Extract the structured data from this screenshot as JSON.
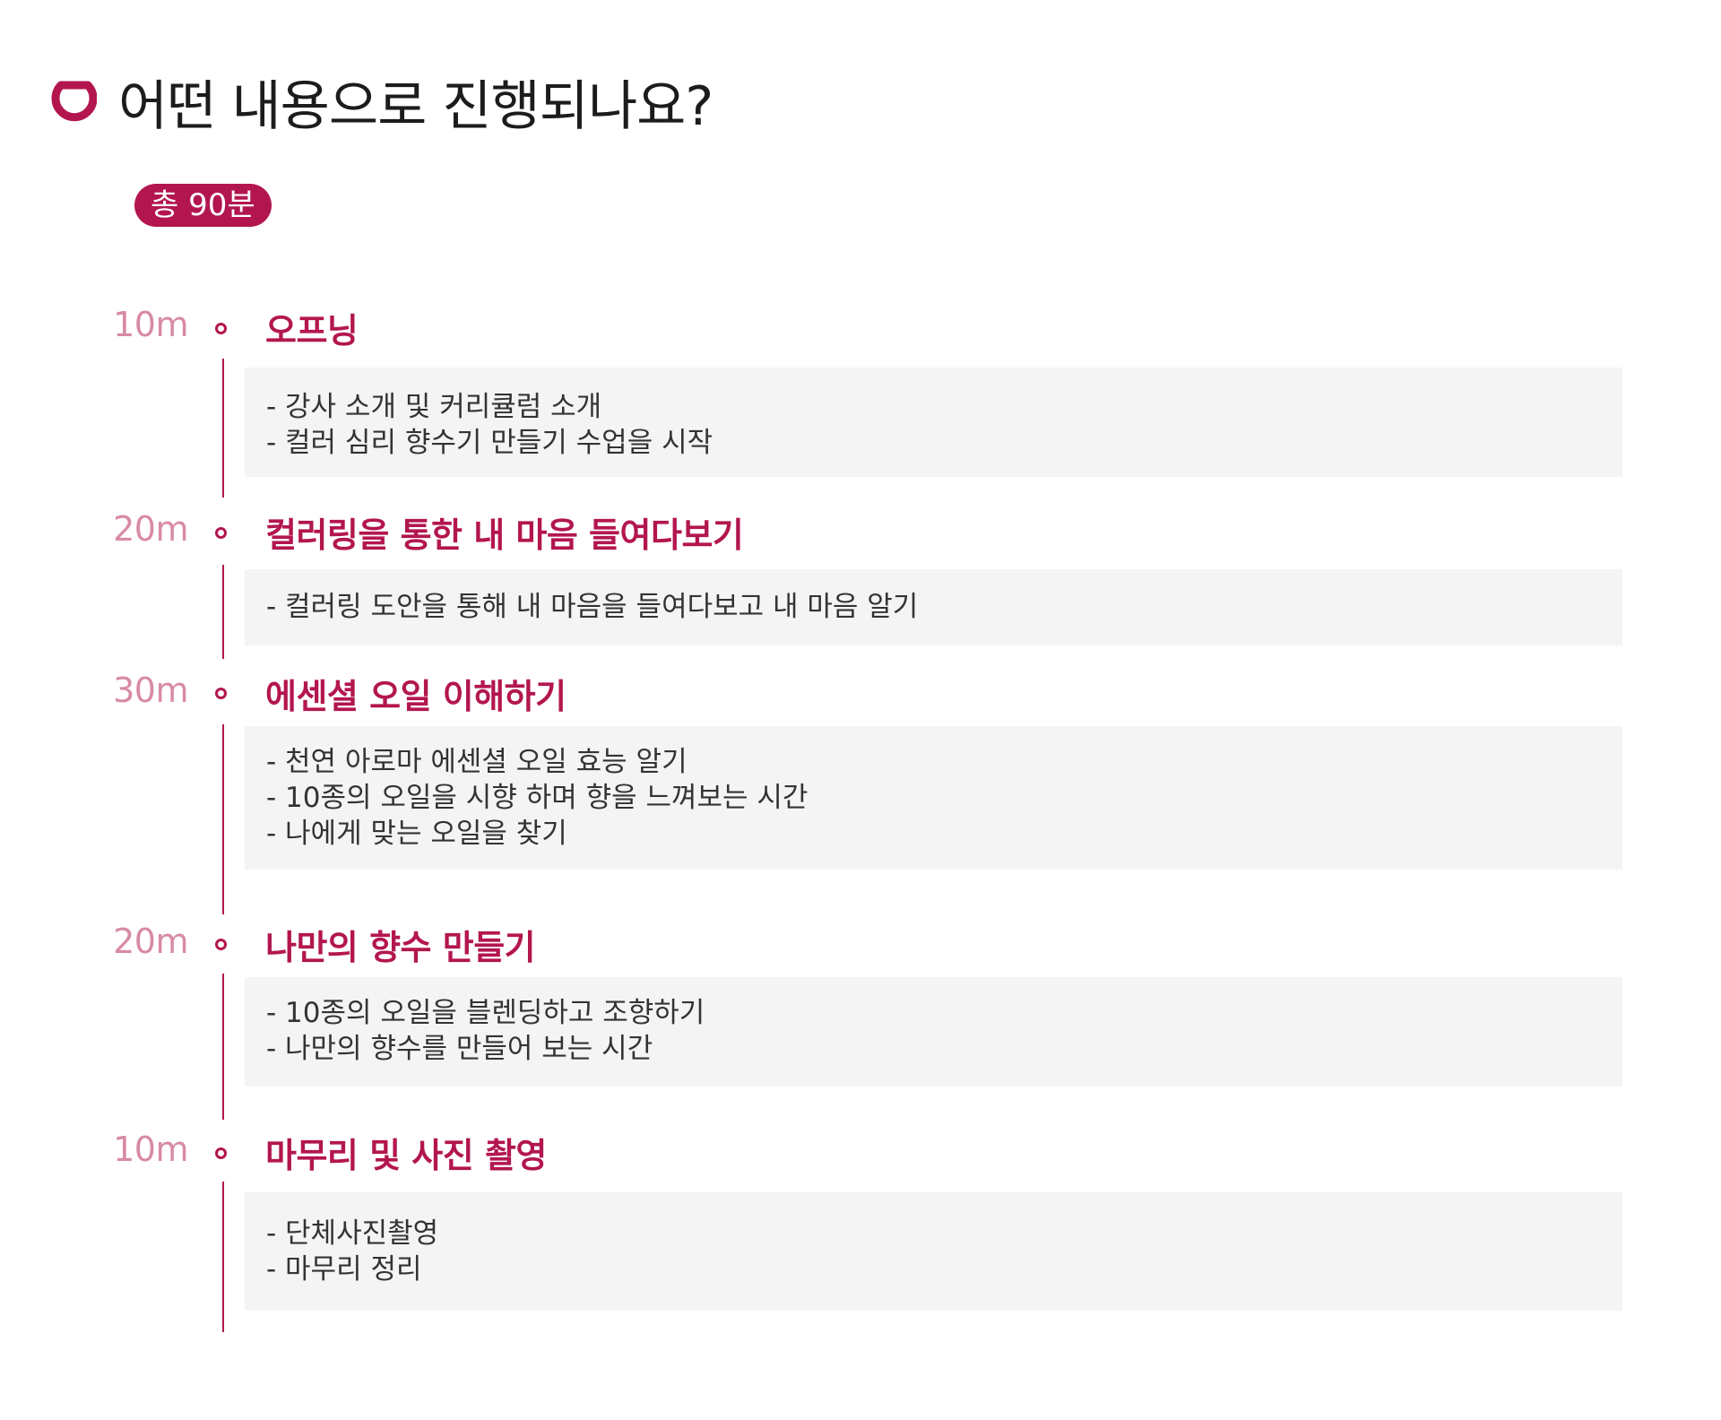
{
  "header": {
    "title": "어떤 내용으로 진행되나요?",
    "logo_icon": "circle-arc-logo-icon",
    "accent_color": "#b3164f"
  },
  "total_badge": {
    "label": "총 90분"
  },
  "steps": [
    {
      "duration": "10m",
      "title": "오프닝",
      "details": [
        "- 강사 소개 및 커리큘럼 소개",
        "- 컬러 심리 향수기 만들기 수업을 시작"
      ]
    },
    {
      "duration": "20m",
      "title": "컬러링을 통한 내 마음 들여다보기",
      "details": [
        "- 컬러링 도안을 통해 내 마음을 들여다보고 내 마음 알기"
      ]
    },
    {
      "duration": "30m",
      "title": "에센셜 오일 이해하기",
      "details": [
        "- 천연 아로마 에센셜 오일 효능 알기",
        "- 10종의 오일을 시향 하며 향을 느껴보는 시간",
        "- 나에게 맞는 오일을 찾기"
      ]
    },
    {
      "duration": "20m",
      "title": "나만의 향수 만들기",
      "details": [
        "- 10종의 오일을 블렌딩하고 조향하기",
        "- 나만의 향수를 만들어 보는 시간"
      ]
    },
    {
      "duration": "10m",
      "title": "마무리 및 사진 촬영",
      "details": [
        "- 단체사진촬영",
        "- 마무리 정리"
      ]
    }
  ]
}
